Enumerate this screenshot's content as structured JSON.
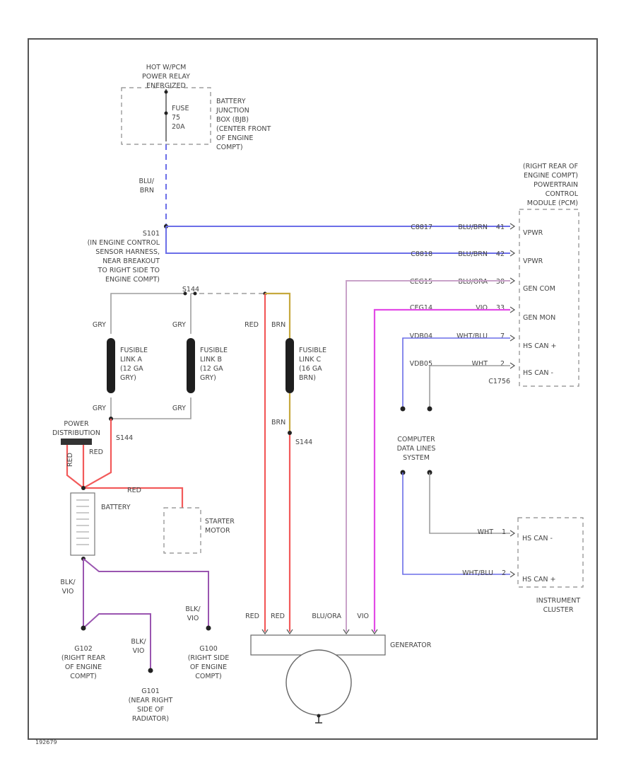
{
  "colors": {
    "wire_blue": "#6b6ee8",
    "wire_red": "#f25a5a",
    "wire_yellow": "#c6a93e",
    "wire_pink": "#e24be6",
    "wire_violet": "#9a55b0",
    "wire_purple_light": "#c9a2c9",
    "wire_gray": "#9e9e9e",
    "frame": "#555555"
  },
  "relay_box": {
    "title": [
      "HOT W/PCM",
      "POWER RELAY",
      "ENERGIZED"
    ],
    "fuse": [
      "FUSE",
      "75",
      "20A"
    ],
    "location": [
      "BATTERY",
      "JUNCTION",
      "BOX (BJB)",
      "(CENTER FRONT",
      "OF ENGINE",
      "COMPT)"
    ]
  },
  "wires": {
    "blu_brn": [
      "BLU/",
      "BRN"
    ],
    "gry_1": "GRY",
    "gry_2": "GRY",
    "gry_3": "GRY",
    "gry_4": "GRY",
    "red_top": "RED",
    "brn_top": "BRN",
    "brn_mid": "BRN",
    "red_pd_1": "RED",
    "red_pd_2": "RED",
    "red_batt": "RED",
    "blk_vio_1": [
      "BLK/",
      "VIO"
    ],
    "blk_vio_2": [
      "BLK/",
      "VIO"
    ],
    "blk_vio_3": [
      "BLK/",
      "VIO"
    ],
    "gen_red_1": "RED",
    "gen_red_2": "RED",
    "gen_bluora": "BLU/ORA",
    "gen_vio": "VIO",
    "ic_wht": "WHT",
    "ic_wht_blu": "WHT/BLU"
  },
  "splices": {
    "s101": [
      "S101",
      "(IN ENGINE CONTROL",
      "SENSOR HARNESS,",
      "NEAR BREAKOUT",
      "TO RIGHT SIDE TO",
      "ENGINE COMPT)"
    ],
    "s144_top": "S144",
    "s144_bottom": "S144"
  },
  "fusible_links": {
    "a": [
      "FUSIBLE",
      "LINK A",
      "(12 GA",
      "GRY)"
    ],
    "b": [
      "FUSIBLE",
      "LINK B",
      "(12 GA",
      "GRY)"
    ],
    "c": [
      "FUSIBLE",
      "LINK C",
      "(16 GA",
      "BRN)"
    ]
  },
  "pcm": {
    "title": [
      "(RIGHT REAR OF",
      "ENGINE COMPT)",
      "POWERTRAIN",
      "CONTROL",
      "MODULE (PCM)"
    ],
    "connector": "C1756",
    "pins": [
      {
        "circuit": "C8817",
        "wire": "BLU/BRN",
        "pin": "41",
        "label": "VPWR"
      },
      {
        "circuit": "C8818",
        "wire": "BLU/BRN",
        "pin": "42",
        "label": "VPWR"
      },
      {
        "circuit": "CEG15",
        "wire": "BLU/ORA",
        "pin": "38",
        "label": "GEN COM"
      },
      {
        "circuit": "CEG14",
        "wire": "VIO",
        "pin": "33",
        "label": "GEN MON"
      },
      {
        "circuit": "VDB04",
        "wire": "WHT/BLU",
        "pin": "7",
        "label": "HS CAN +"
      },
      {
        "circuit": "VDB05",
        "wire": "WHT",
        "pin": "2",
        "label": "HS CAN -"
      }
    ]
  },
  "data_lines": [
    "COMPUTER",
    "DATA LINES",
    "SYSTEM"
  ],
  "power_distribution": [
    "POWER",
    "DISTRIBUTION"
  ],
  "battery_label": "BATTERY",
  "starter": [
    "STARTER",
    "MOTOR"
  ],
  "grounds": {
    "g102": [
      "G102",
      "(RIGHT REAR",
      "OF ENGINE",
      "COMPT)"
    ],
    "g100": [
      "G100",
      "(RIGHT SIDE",
      "OF ENGINE",
      "COMPT)"
    ],
    "g101": [
      "G101",
      "(NEAR RIGHT",
      "SIDE OF",
      "RADIATOR)"
    ]
  },
  "generator_label": "GENERATOR",
  "instrument_cluster": {
    "pins": [
      {
        "wire": "WHT",
        "pin": "1",
        "label": "HS CAN -"
      },
      {
        "wire": "WHT/BLU",
        "pin": "2",
        "label": "HS CAN +"
      }
    ],
    "title": [
      "INSTRUMENT",
      "CLUSTER"
    ]
  },
  "figure_id": "192679"
}
